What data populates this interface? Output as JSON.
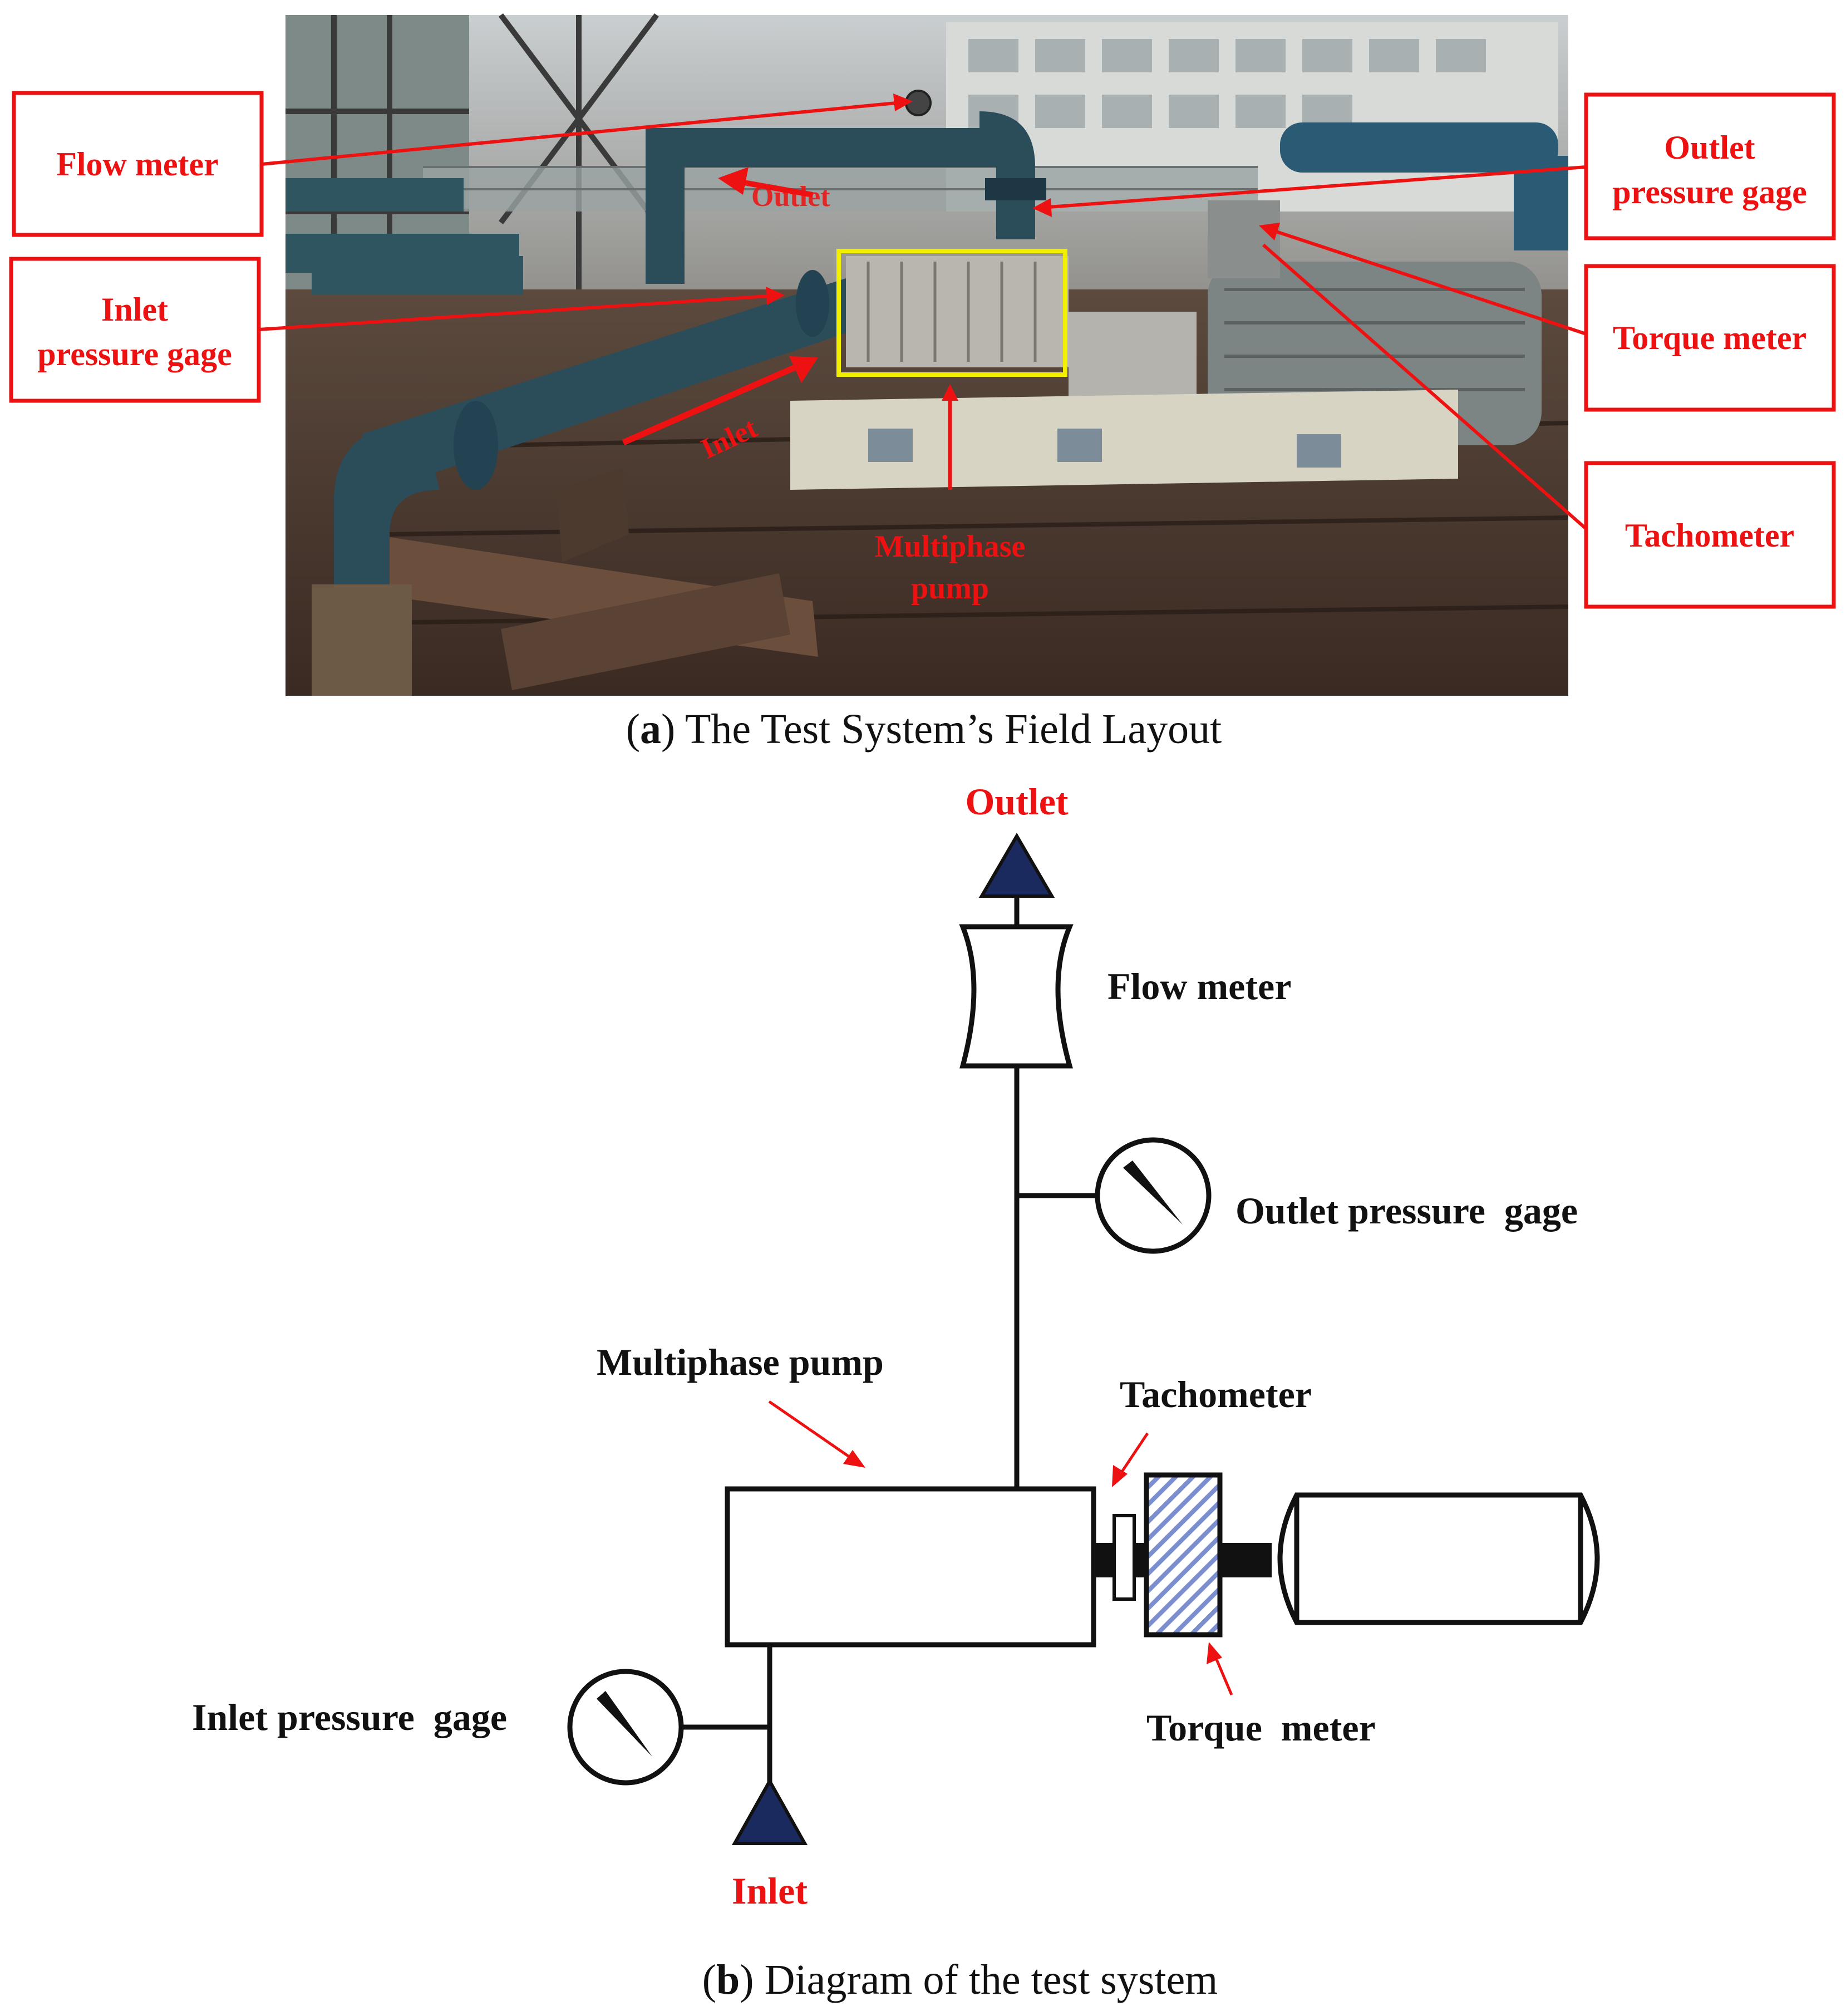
{
  "panel_a": {
    "callouts": {
      "flow_meter": "Flow meter",
      "inlet_pressure_gage_line1": "Inlet",
      "inlet_pressure_gage_line2": "pressure gage",
      "outlet_pressure_gage_line1": "Outlet",
      "outlet_pressure_gage_line2": "pressure gage",
      "torque_meter": "Torque meter",
      "tachometer": "Tachometer"
    },
    "photo_labels": {
      "outlet": "Outlet",
      "inlet": "Inlet",
      "multiphase_pump_line1": "Multiphase",
      "multiphase_pump_line2": "pump"
    },
    "caption_letter": "a",
    "caption_text": "The Test System’s Field Layout"
  },
  "panel_b": {
    "labels": {
      "outlet": "Outlet",
      "flow_meter": "Flow meter",
      "outlet_pressure_gage": "Outlet pressure  gage",
      "multiphase_pump": "Multiphase pump",
      "tachometer": "Tachometer",
      "torque_meter": "Torque  meter",
      "inlet_pressure_gage": "Inlet pressure  gage",
      "inlet": "Inlet"
    },
    "caption_letter": "b",
    "caption_text": "Diagram of the test system"
  },
  "colors": {
    "callout_red": "#ee1111",
    "highlight_yellow": "#f2ee00",
    "arrow_navy": "#1a2a5e",
    "hatch_blue": "#7b8fd0"
  }
}
